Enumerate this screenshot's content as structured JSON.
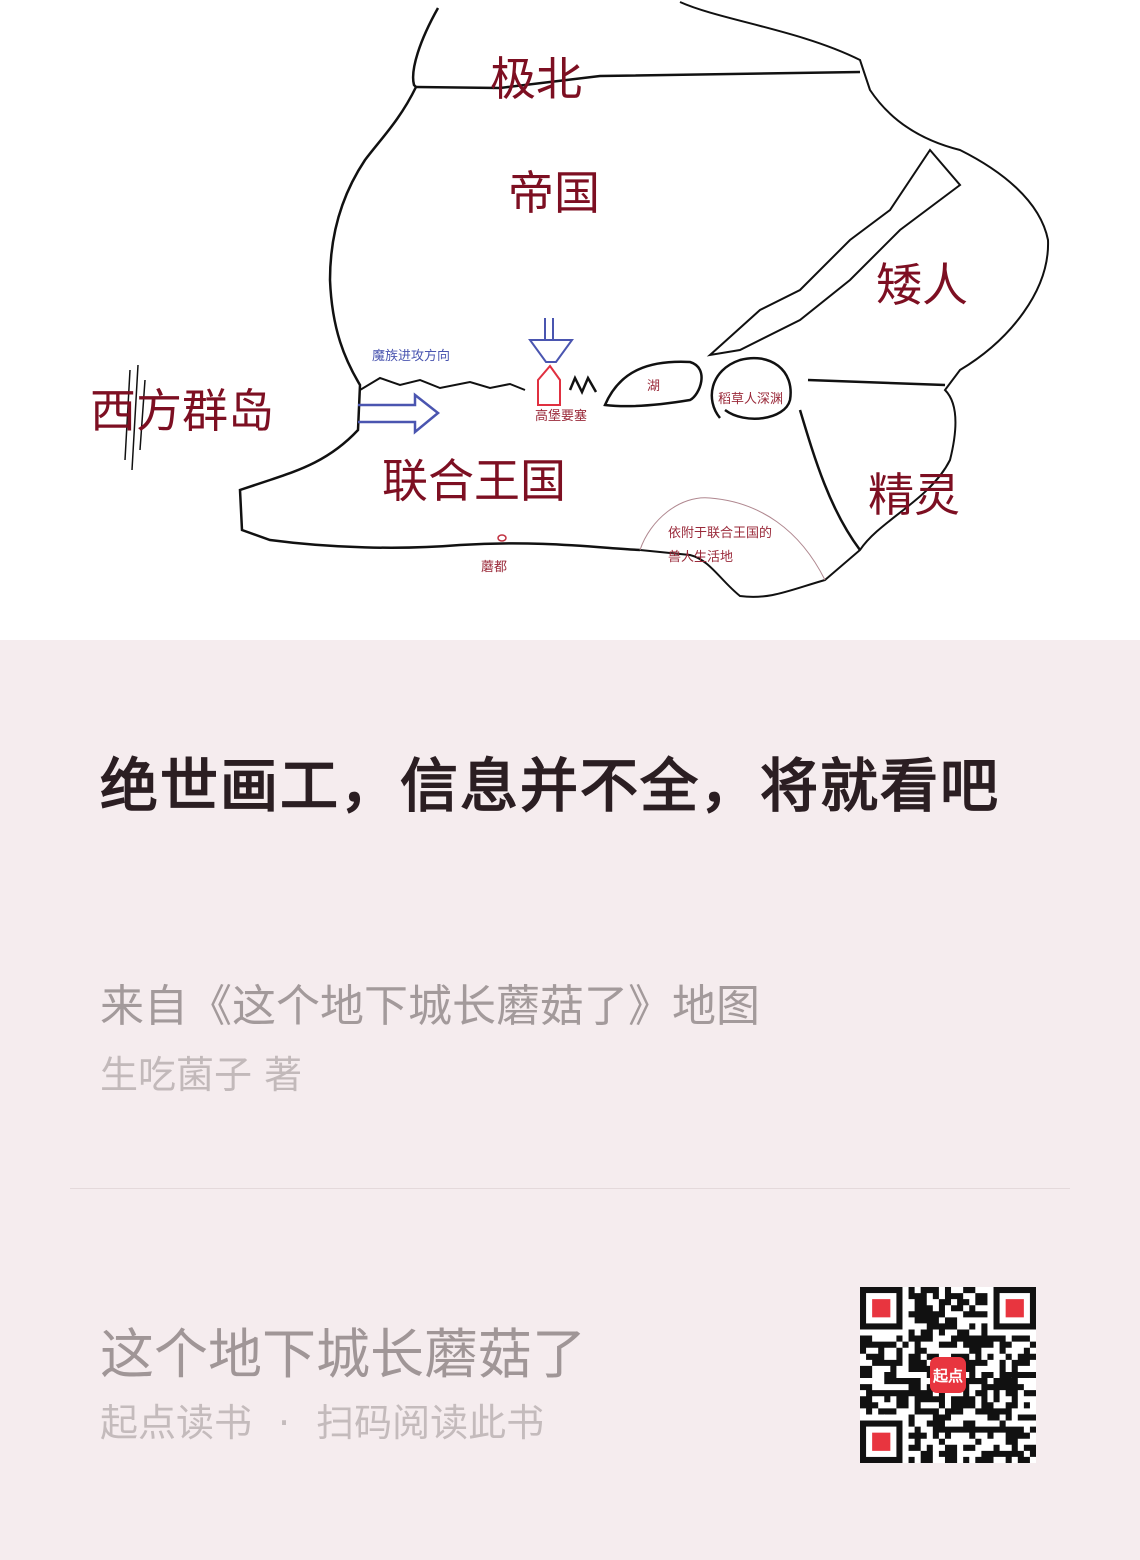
{
  "map": {
    "labels": {
      "north": "极北",
      "empire": "帝国",
      "dwarves": "矮人",
      "west_islands": "西方群岛",
      "demon_attack": "魔族进攻方向",
      "fortress": "高堡要塞",
      "lake": "湖",
      "scarecrow_abyss": "稻草人深渊",
      "united_kingdom": "联合王国",
      "elves": "精灵",
      "orc_land_line1": "依附于联合王国的",
      "orc_land_line2": "兽人生活地",
      "mushroom_capital": "蘑都"
    },
    "colors": {
      "label": "#7d0f22",
      "arrow": "#4a55b0",
      "fortress": "#e03040"
    }
  },
  "post": {
    "title": "绝世画工，信息并不全，将就看吧",
    "source": "来自《这个地下城长蘑菇了》地图",
    "author": "生吃菌子 著"
  },
  "footer": {
    "book_title": "这个地下城长蘑菇了",
    "app_name": "起点读书",
    "separator": "·",
    "scan_hint": "扫码阅读此书",
    "qr_logo": "起点"
  }
}
